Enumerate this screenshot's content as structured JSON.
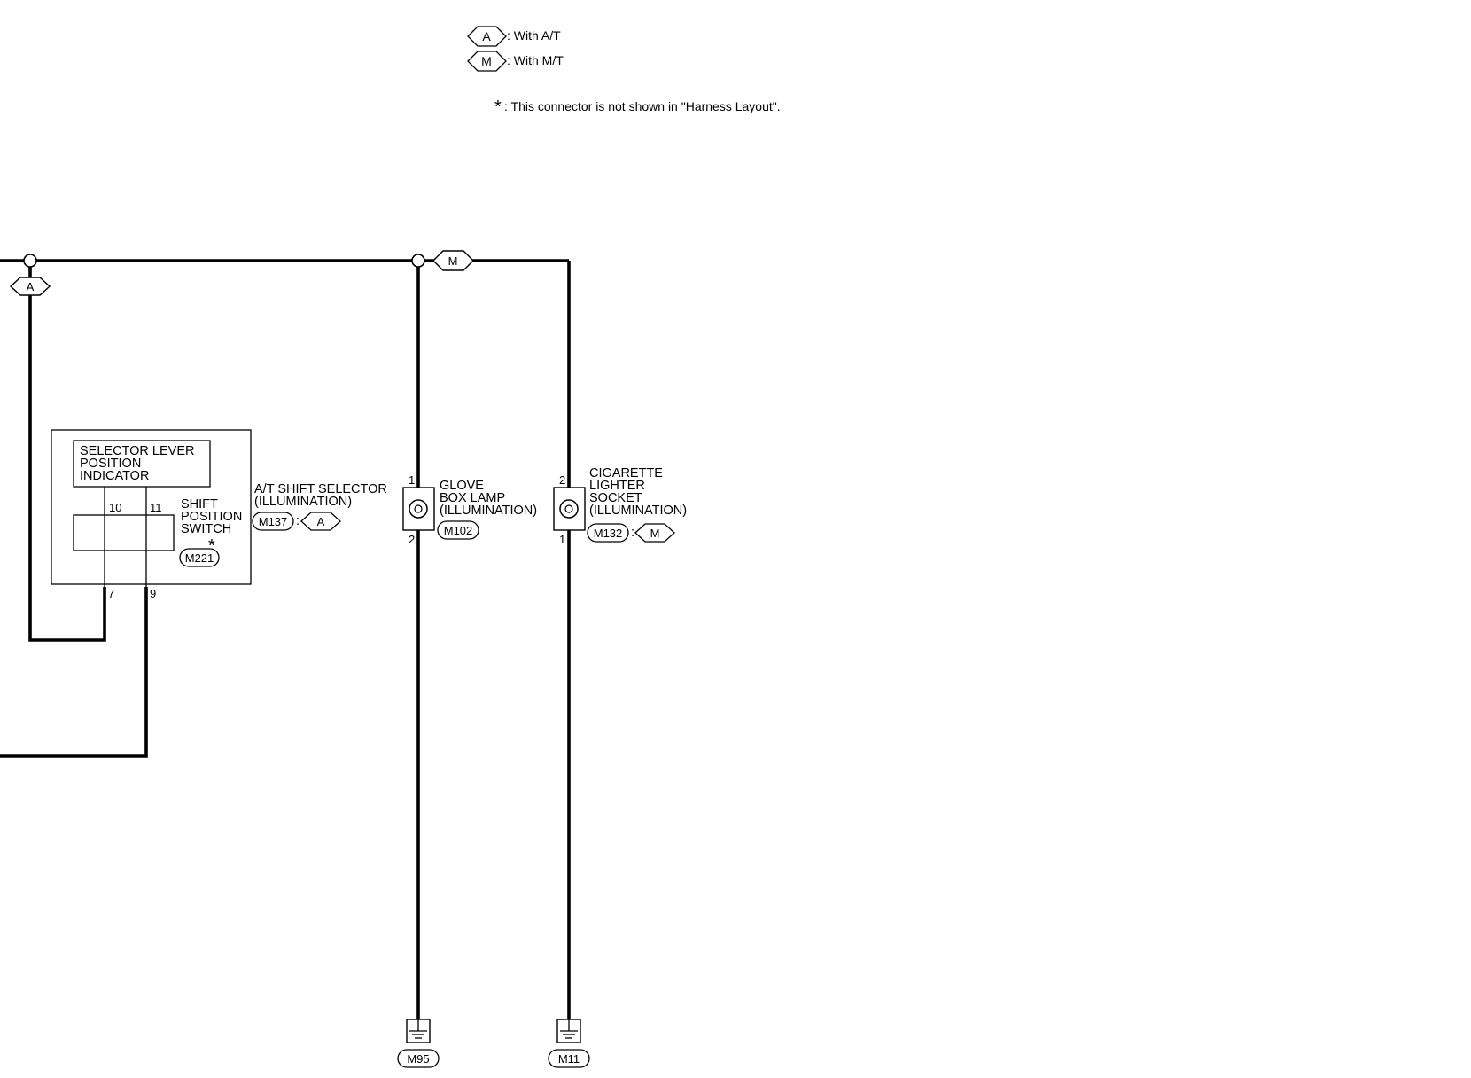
{
  "legend": {
    "a_code": "A",
    "a_text": ": With A/T",
    "m_code": "M",
    "m_text": ": With M/T",
    "star_symbol": "*",
    "star_text": ": This connector is not shown in \"Harness Layout\"."
  },
  "branch_tags": {
    "a": "A",
    "m": "M"
  },
  "selector": {
    "indicator_line1": "SELECTOR LEVER",
    "indicator_line2": "POSITION",
    "indicator_line3": "INDICATOR",
    "switch_line1": "SHIFT",
    "switch_line2": "POSITION",
    "switch_line3": "SWITCH",
    "star": "*",
    "connector": "M221",
    "pin_10": "10",
    "pin_11": "11",
    "pin_7": "7",
    "pin_9": "9"
  },
  "at_shift_selector": {
    "line1": "A/T SHIFT SELECTOR",
    "line2": "(ILLUMINATION)",
    "connector": "M137",
    "sep": ":",
    "tag": "A"
  },
  "glove_box": {
    "line1": "GLOVE",
    "line2": "BOX LAMP",
    "line3": "(ILLUMINATION)",
    "connector": "M102",
    "pin_top": "1",
    "pin_bottom": "2"
  },
  "cigarette": {
    "line1": "CIGARETTE",
    "line2": "LIGHTER",
    "line3": "SOCKET",
    "line4": "(ILLUMINATION)",
    "connector": "M132",
    "sep": ":",
    "tag": "M",
    "pin_top": "2",
    "pin_bottom": "1"
  },
  "grounds": {
    "left": "M95",
    "right": "M11"
  }
}
